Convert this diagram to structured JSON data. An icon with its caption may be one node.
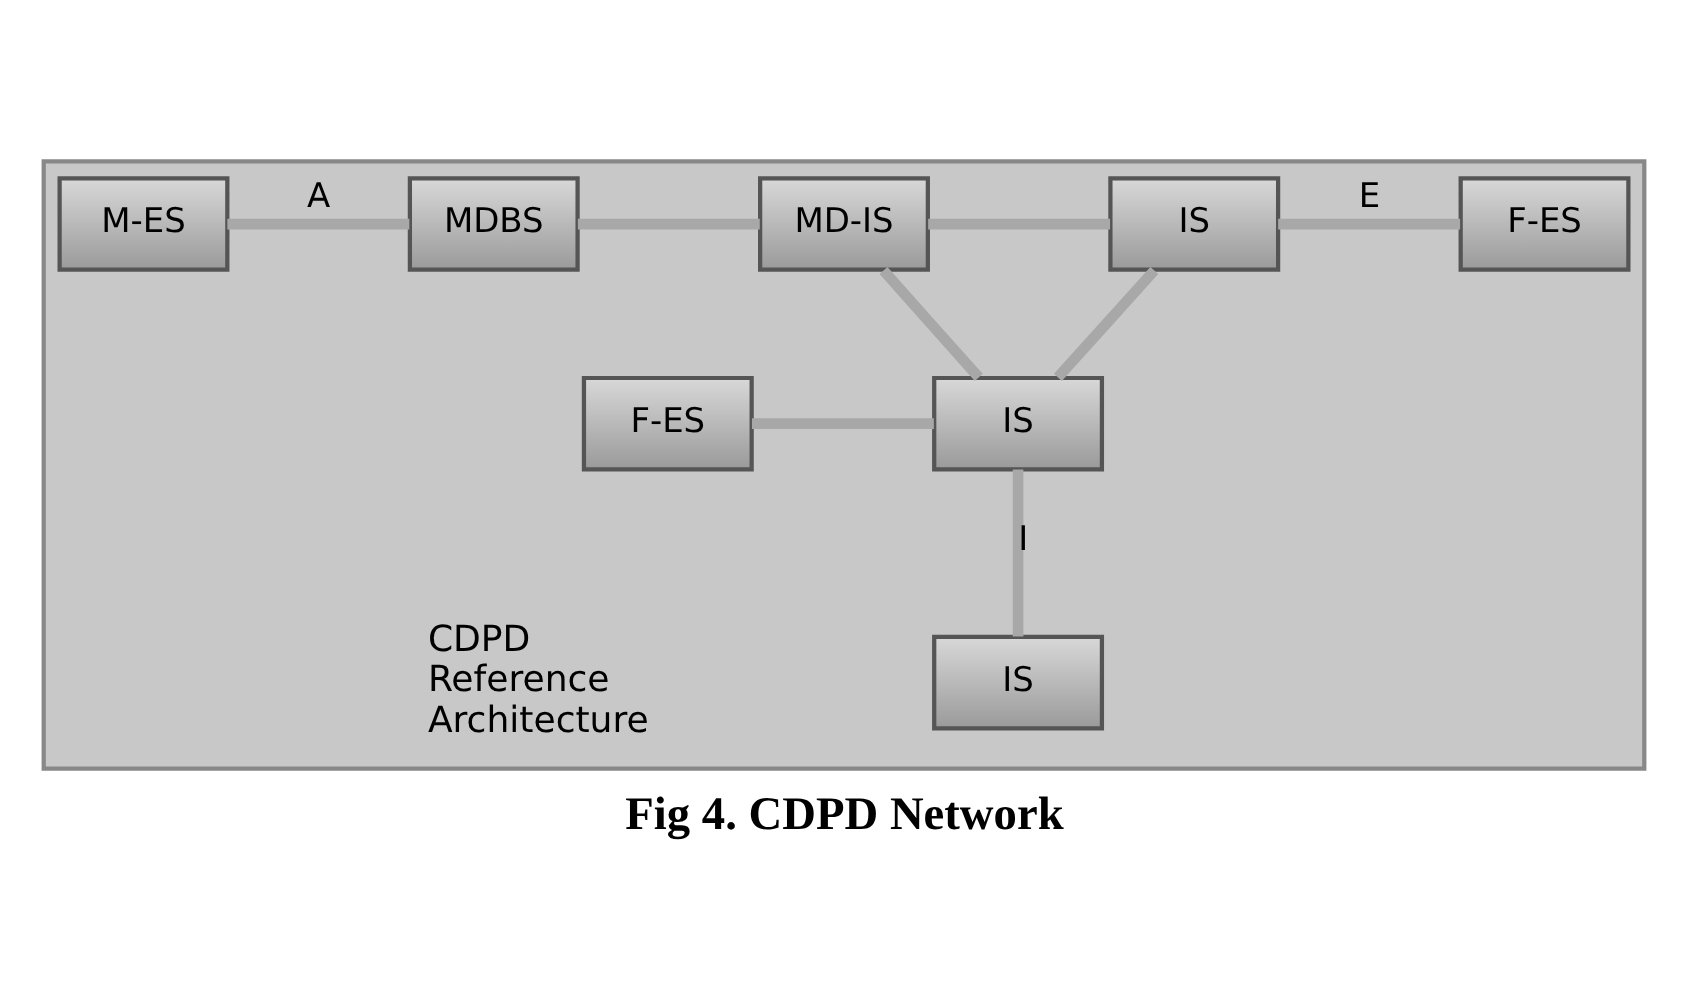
{
  "diagram": {
    "caption": "Fig 4. CDPD Network",
    "nodes": [
      {
        "text": [],
        "shape": "box"
      },
      {
        "text": [
          "M-ES"
        ],
        "in": 0
      },
      {
        "text": [
          "MDBS"
        ],
        "in": 0
      },
      {
        "text": [
          "MD-IS"
        ],
        "in": 0
      },
      {
        "text": [
          "IS"
        ],
        "in": 0
      },
      {
        "text": [
          "F-ES"
        ],
        "in": 0
      },
      {
        "text": [
          "F-ES"
        ],
        "in": 0
      },
      {
        "text": [
          "IS"
        ],
        "in": 0
      },
      {
        "text": [
          "IS"
        ],
        "in": 0
      }
    ],
    "edges": [
      {
        "from": 1,
        "to": 2,
        "arrow": "none",
        "label": "A"
      },
      {
        "from": 2,
        "to": 3,
        "arrow": "none"
      },
      {
        "from": 3,
        "to": 4,
        "arrow": "none"
      },
      {
        "from": 4,
        "to": 5,
        "arrow": "none",
        "label": "E"
      },
      {
        "from": 3,
        "to": 7,
        "arrow": "none"
      },
      {
        "from": 4,
        "to": 7,
        "arrow": "none"
      },
      {
        "from": 6,
        "to": 7,
        "arrow": "none"
      },
      {
        "from": 7,
        "to": 8,
        "arrow": "none",
        "label": "I"
      }
    ],
    "labels": [
      "CDPD Reference Architecture"
    ]
  }
}
